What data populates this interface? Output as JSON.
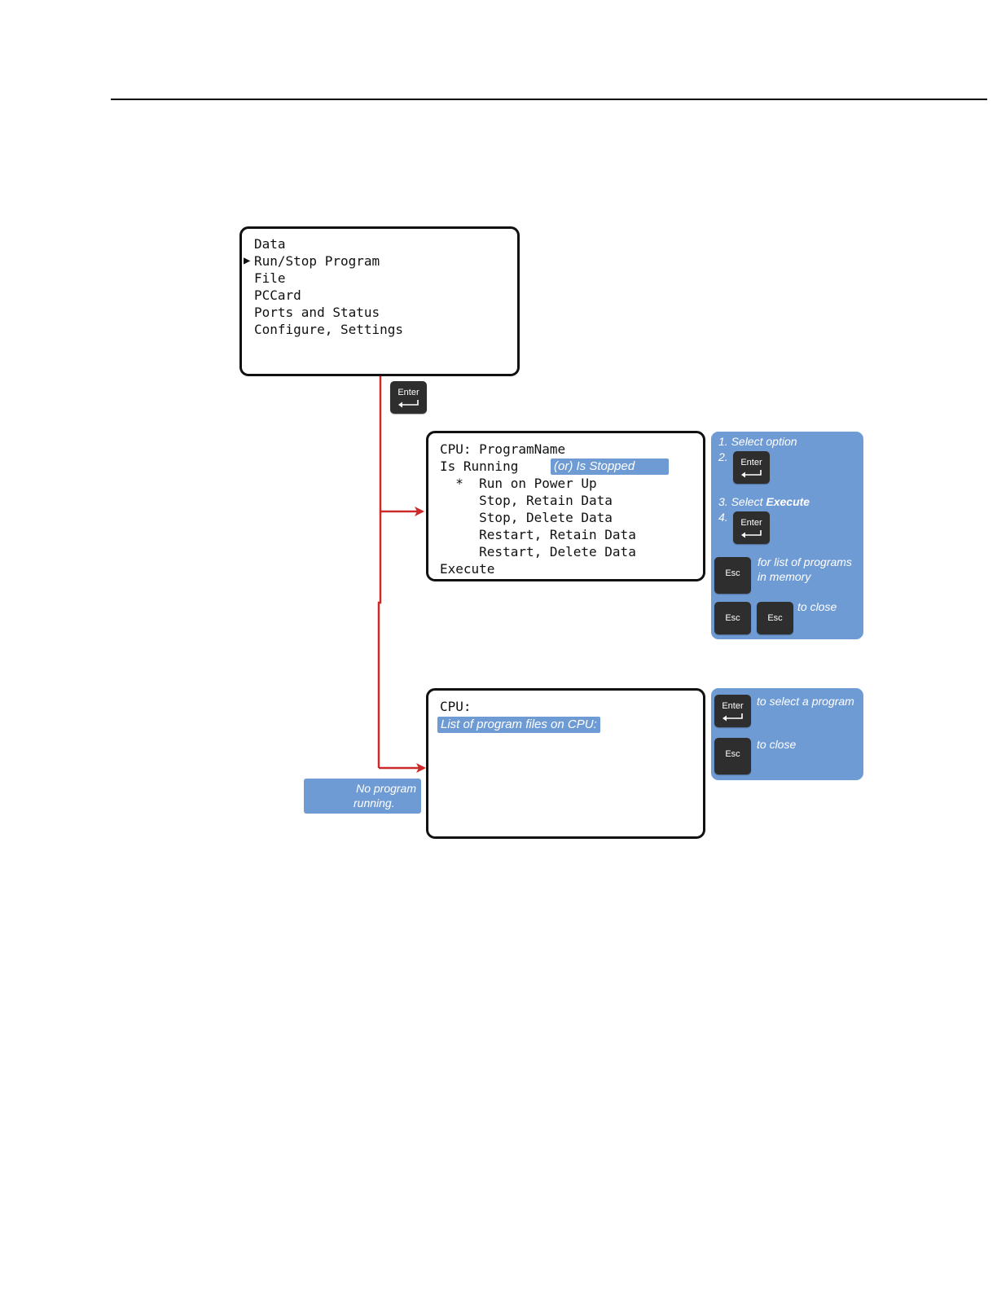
{
  "main_menu": {
    "items": [
      "Data",
      "Run/Stop Program",
      "File",
      "PCCard",
      "Ports and Status",
      "Configure, Settings"
    ],
    "selected_index": 1,
    "cursor": "▶"
  },
  "keys": {
    "enter_label": "Enter",
    "esc_label": "Esc"
  },
  "cpu_screen": {
    "lines": [
      "CPU: ProgramName",
      "Is Running",
      "  *  Run on Power Up",
      "     Stop, Retain Data",
      "     Stop, Delete Data",
      "     Restart, Retain Data",
      "     Restart, Delete Data",
      "Execute"
    ],
    "status_alt": "(or) Is Stopped"
  },
  "instructions_panel": {
    "step1": "1. Select option",
    "step2": "2.",
    "step3_prefix": "3. Select ",
    "step3_bold": "Execute",
    "step4": "4.",
    "esc_list_line1": "for list of programs",
    "esc_list_line2": "in memory",
    "esc_close": "to close"
  },
  "program_list_screen": {
    "title": "CPU:",
    "list_label": "List of program files on CPU:"
  },
  "program_list_panel": {
    "enter_text": "to select a program",
    "esc_text": "to close"
  },
  "no_program_note": {
    "line1": "No program",
    "line2": "running."
  },
  "colors": {
    "connector": "#cc2a2a",
    "panel": "#6f9bd4",
    "key": "#2e2e2e"
  }
}
